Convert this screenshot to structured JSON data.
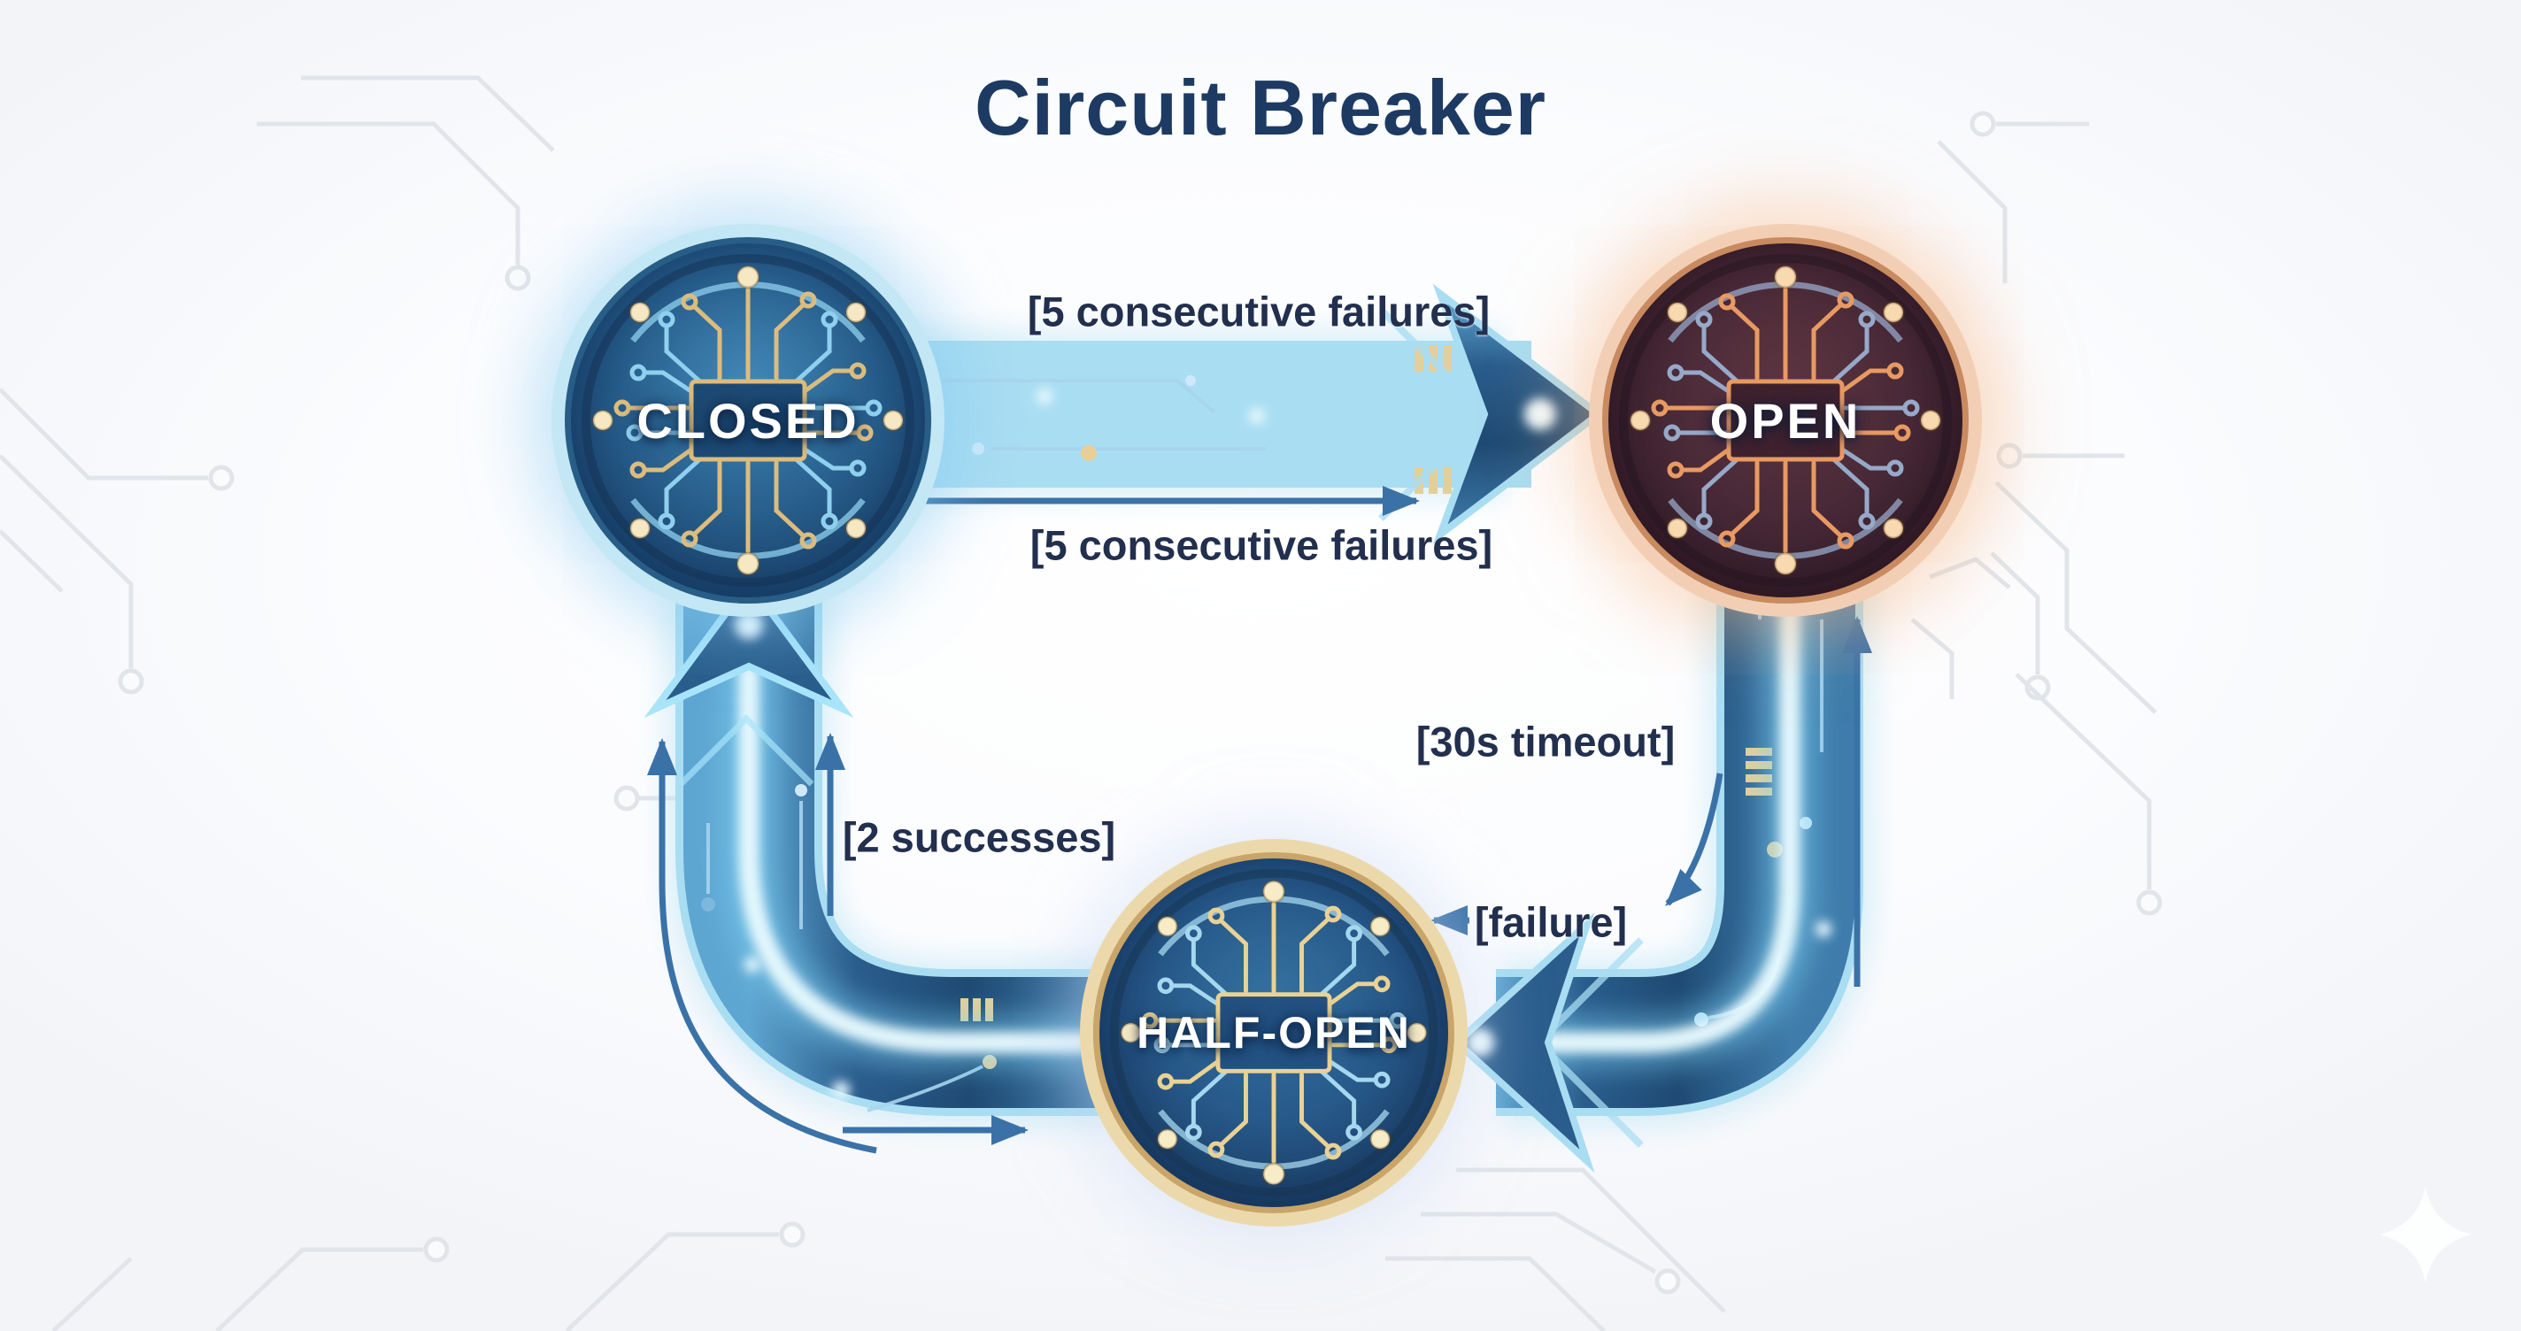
{
  "title": "Circuit Breaker",
  "diagram": {
    "type": "state-machine",
    "states": [
      {
        "id": "closed",
        "label": "CLOSED",
        "theme_color": "#2b6492"
      },
      {
        "id": "open",
        "label": "OPEN",
        "theme_color": "#4a2a38"
      },
      {
        "id": "half_open",
        "label": "HALF-OPEN",
        "theme_color": "#27598a"
      }
    ],
    "transitions": [
      {
        "from": "CLOSED",
        "to": "OPEN",
        "label": "[5 consecutive failures]"
      },
      {
        "from": "CLOSED",
        "to": "OPEN",
        "label": "[5 consecutive failures]"
      },
      {
        "from": "OPEN",
        "to": "HALF-OPEN",
        "label": "[30s timeout]"
      },
      {
        "from": "HALF-OPEN",
        "to": "OPEN",
        "label": "[failure]"
      },
      {
        "from": "HALF-OPEN",
        "to": "CLOSED",
        "label": "[2 successes]"
      }
    ],
    "accent_colors": {
      "pipe_blue": "#2a5d8c",
      "pipe_glow": "#7ed2f5",
      "thin_arrow_blue": "#3a72a8",
      "title_navy": "#1d3a63",
      "label_navy": "#222f4e",
      "closed_rim": "#c3e7f4",
      "open_rim": "#f2cfb4",
      "half_open_rim": "#ecd9ab"
    }
  }
}
